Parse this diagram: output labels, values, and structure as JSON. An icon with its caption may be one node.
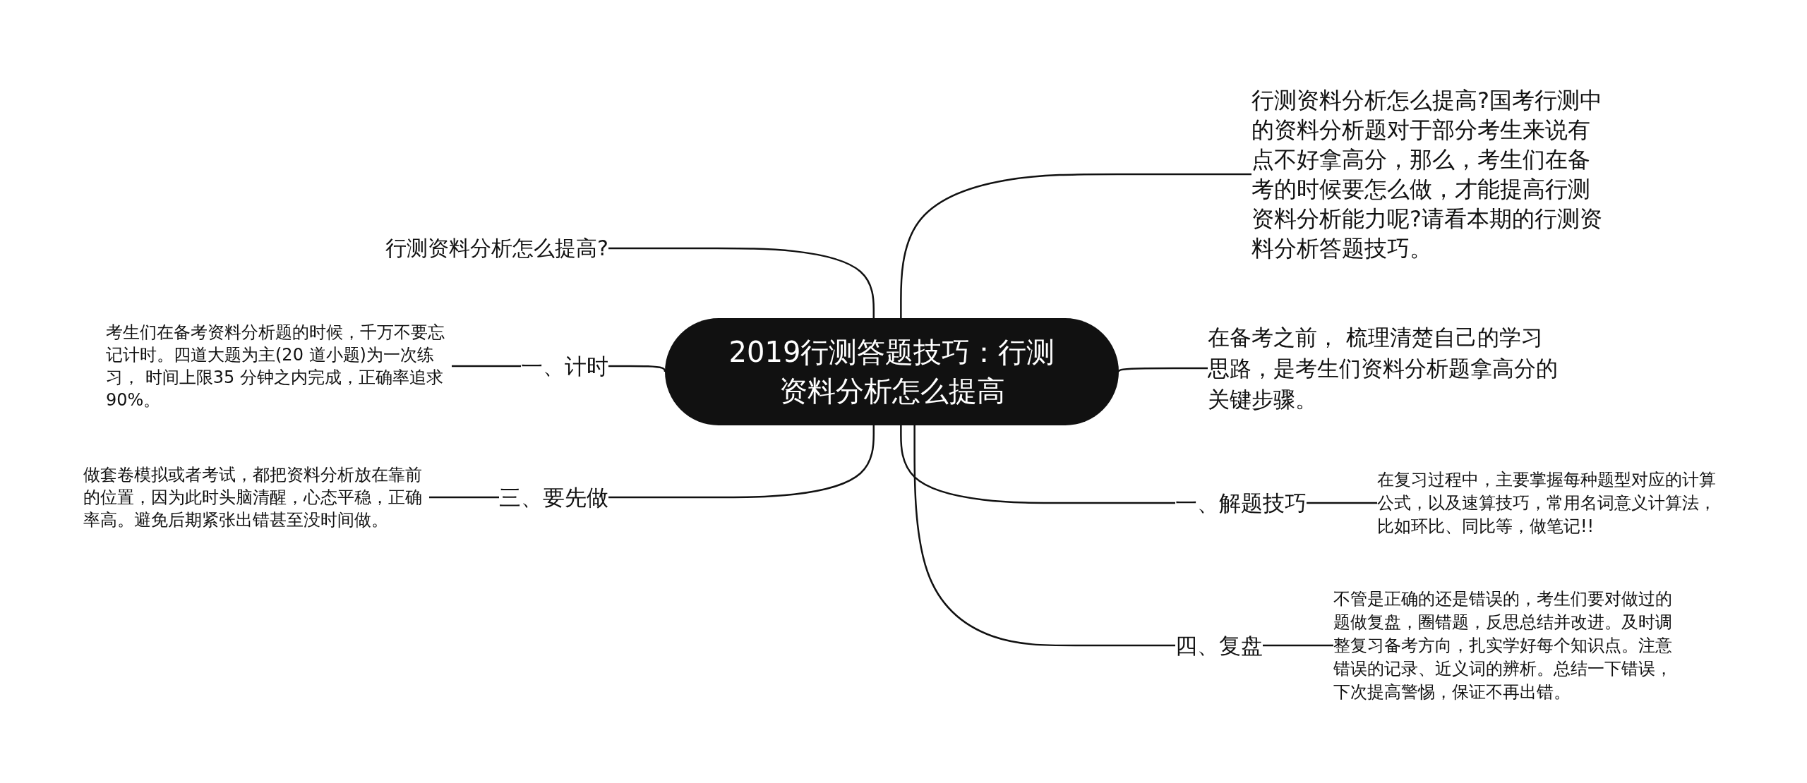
{
  "diagram": {
    "nodes": [
      {
        "text": [
          "2019行测答题技巧：行测资料分析怎么提高"
        ]
      },
      {
        "text": [
          "行测资料分析怎么提高?"
        ]
      },
      {
        "text": [
          "一、计时"
        ]
      },
      {
        "text": [
          "考生们在备考资料分析题的时候，千万不要忘记计时。四道大题为主(20 道小题)为一次练习， 时间上限35 分钟之内完成，正确率追求90%。"
        ]
      },
      {
        "text": [
          "三、要先做"
        ]
      },
      {
        "text": [
          "做套卷模拟或者考试，都把资料分析放在靠前的位置，因为此时头脑清醒，心态平稳，正确率高。避免后期紧张出错甚至没时间做。"
        ]
      },
      {
        "text": [
          "行测资料分析怎么提高?国考行测中的资料分析题对于部分考生来说有点不好拿高分，那么，考生们在备考的时候要怎么做，才能提高行测资料分析能力呢?请看本期的行测资料分析答题技巧。"
        ]
      },
      {
        "text": [
          "在备考之前， 梳理清楚自己的学习思路，是考生们资料分析题拿高分的关键步骤。"
        ]
      },
      {
        "text": [
          "一、解题技巧"
        ]
      },
      {
        "text": [
          "在复习过程中，主要掌握每种题型对应的计算公式，以及速算技巧，常用名词意义计算法，比如环比、同比等，做笔记!!"
        ]
      },
      {
        "text": [
          "四、复盘"
        ]
      },
      {
        "text": [
          "不管是正确的还是错误的，考生们要对做过的题做复盘，圈错题，反思总结并改进。及时调整复习备考方向，扎实学好每个知识点。注意错误的记录、近义词的辨析。总结一下错误，下次提高警惕，保证不再出错。"
        ]
      }
    ],
    "edges": [
      {
        "from": 0,
        "to": 1,
        "arrow": "none"
      },
      {
        "from": 0,
        "to": 2,
        "arrow": "none"
      },
      {
        "from": 2,
        "to": 3,
        "arrow": "none"
      },
      {
        "from": 0,
        "to": 4,
        "arrow": "none"
      },
      {
        "from": 4,
        "to": 5,
        "arrow": "none"
      },
      {
        "from": 0,
        "to": 6,
        "arrow": "none"
      },
      {
        "from": 0,
        "to": 7,
        "arrow": "none"
      },
      {
        "from": 0,
        "to": 8,
        "arrow": "none"
      },
      {
        "from": 8,
        "to": 9,
        "arrow": "none"
      },
      {
        "from": 0,
        "to": 10,
        "arrow": "none"
      },
      {
        "from": 10,
        "to": 11,
        "arrow": "none"
      }
    ]
  }
}
